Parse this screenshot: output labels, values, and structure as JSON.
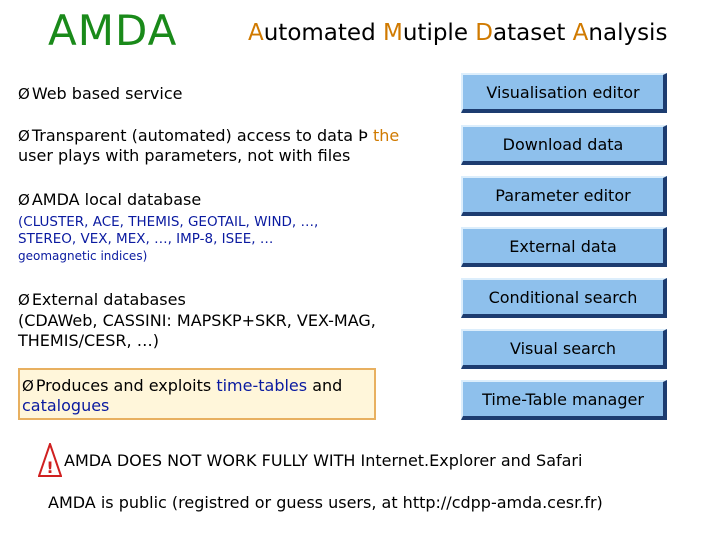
{
  "header": {
    "logo_text": "AMDA",
    "title_parts": [
      {
        "cap": "A",
        "rest": "utomated "
      },
      {
        "cap": "M",
        "rest": "utiple "
      },
      {
        "cap": "D",
        "rest": "ataset "
      },
      {
        "cap": "A",
        "rest": "nalysis"
      }
    ]
  },
  "bullets": {
    "web": "Web based service",
    "transparent_line1": "Transparent (automated) access to data",
    "transparent_arrow": "Þ",
    "transparent_line1_end": "the",
    "transparent_line2": "user plays with parameters, not with files",
    "local_db": "AMDA local database",
    "local_db_list_line1": "(CLUSTER, ACE, THEMIS, GEOTAIL, WIND, …,",
    "local_db_list_line2": "STEREO, VEX, MEX, …, IMP-8, ISEE, …",
    "local_db_list_line3": "geomagnetic indices)",
    "external_db": "External databases",
    "external_db_list_line1": "(CDAWeb, CASSINI: MAPSKP+SKR, VEX-MAG,",
    "external_db_list_line2": "THEMIS/CESR, …)",
    "produces_pre": "Produces and exploits",
    "produces_tt": "time-tables",
    "produces_and": "and",
    "produces_cat": "catalogues",
    "arrow_glyph": "Ø"
  },
  "buttons": [
    "Visualisation editor",
    "Download data",
    "Parameter editor",
    "External data",
    "Conditional search",
    "Visual search",
    "Time-Table manager"
  ],
  "warning": {
    "icon": "!",
    "text": "AMDA DOES NOT WORK FULLY WITH Internet.Explorer and Safari"
  },
  "footer": {
    "text": "AMDA is public (registred or guess users, at http://cdpp-amda.cesr.fr)"
  },
  "colors": {
    "logo": "#1a8a1a",
    "title_caps": "#d07a00",
    "list_text": "#0a1aa0",
    "button_bg": "#8ec0ec",
    "button_shadow": "#1d3c70",
    "warning_icon": "#d02020",
    "produces_box": "#fff6da"
  }
}
